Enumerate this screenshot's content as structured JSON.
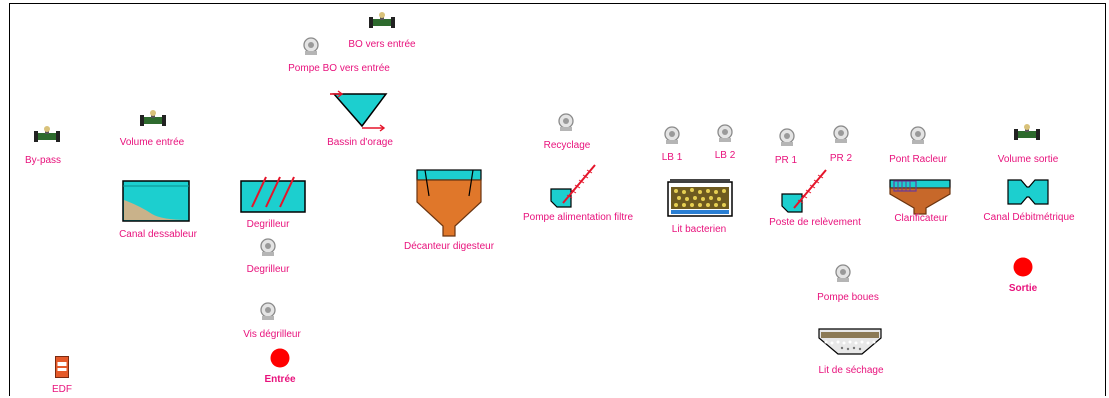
{
  "colors": {
    "label": "#e8127c",
    "water": "#1ccfcf",
    "sludge": "#e0772a",
    "alarm": "#ff0000",
    "pump": "#cfcfcf",
    "valve": "#2e6b2e"
  },
  "labels": {
    "by_pass": "By-pass",
    "volume_entree": "Volume entrée",
    "canal_dessableur": "Canal dessableur",
    "degrilleur_tank": "Degrilleur",
    "degrilleur_pump": "Degrilleur",
    "vis_degrilleur": "Vis dégrilleur",
    "entree": "Entrée",
    "edf": "EDF",
    "bo_vers_entree": "BO vers entrée",
    "pompe_bo_vers_entree": "Pompe BO vers entrée",
    "bassin_orage": "Bassin d'orage",
    "decanteur_digesteur": "Décanteur digesteur",
    "recyclage": "Recyclage",
    "pompe_alimentation_filtre": "Pompe alimentation filtre",
    "lb1": "LB 1",
    "lb2": "LB 2",
    "lit_bacterien": "Lit bacterien",
    "pr1": "PR 1",
    "pr2": "PR 2",
    "poste_relevement": "Poste de relèvement",
    "pont_racleur": "Pont Racleur",
    "clarificateur": "Clarificateur",
    "volume_sortie": "Volume sortie",
    "canal_debitmetrique": "Canal Débitmétrique",
    "sortie": "Sortie",
    "pompe_boues": "Pompe boues",
    "lit_sechage": "Lit de séchage"
  }
}
